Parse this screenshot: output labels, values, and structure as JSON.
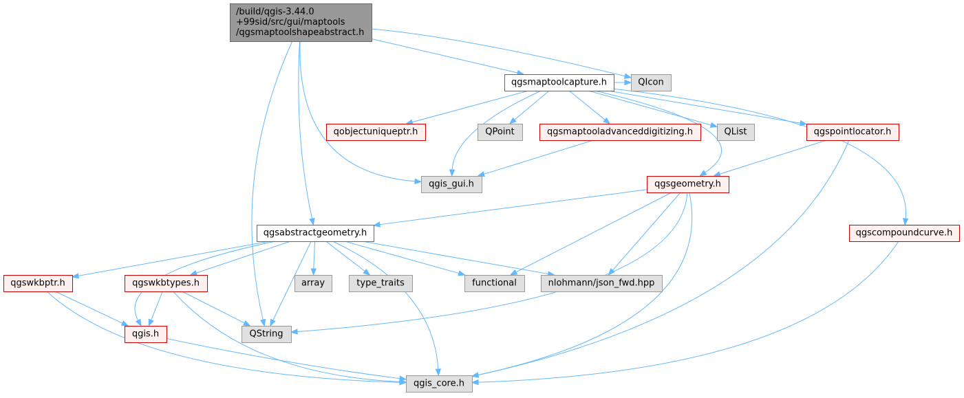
{
  "nodes": [
    {
      "id": "root",
      "lines": [
        "/build/qgis-3.44.0",
        "+99sid/src/gui/maptools",
        "/qgsmaptoolshapeabstract.h"
      ],
      "style": "root",
      "name": "node-qgsmaptoolshapeabstract"
    },
    {
      "id": "capture",
      "lines": [
        "qgsmaptoolcapture.h"
      ],
      "style": "white",
      "name": "node-qgsmaptoolcapture"
    },
    {
      "id": "qicon",
      "lines": [
        "QIcon"
      ],
      "style": "gray",
      "name": "node-qicon"
    },
    {
      "id": "quniq",
      "lines": [
        "qobjectuniqueptr.h"
      ],
      "style": "red",
      "name": "node-qobjectuniqueptr"
    },
    {
      "id": "qpoint",
      "lines": [
        "QPoint"
      ],
      "style": "gray",
      "name": "node-qpoint"
    },
    {
      "id": "advdig",
      "lines": [
        "qgsmaptooladvanceddigitizing.h"
      ],
      "style": "red",
      "name": "node-qgsmaptooladvanceddigitizing"
    },
    {
      "id": "qlist",
      "lines": [
        "QList"
      ],
      "style": "gray",
      "name": "node-qlist"
    },
    {
      "id": "ptloc",
      "lines": [
        "qgspointlocator.h"
      ],
      "style": "red",
      "name": "node-qgspointlocator"
    },
    {
      "id": "guih",
      "lines": [
        "qgis_gui.h"
      ],
      "style": "gray",
      "name": "node-qgis-gui"
    },
    {
      "id": "geom",
      "lines": [
        "qgsgeometry.h"
      ],
      "style": "red",
      "name": "node-qgsgeometry"
    },
    {
      "id": "absgeom",
      "lines": [
        "qgsabstractgeometry.h"
      ],
      "style": "white",
      "name": "node-qgsabstractgeometry"
    },
    {
      "id": "compcurve",
      "lines": [
        "qgscompoundcurve.h"
      ],
      "style": "red",
      "name": "node-qgscompoundcurve"
    },
    {
      "id": "wkbptr",
      "lines": [
        "qgswkbptr.h"
      ],
      "style": "red",
      "name": "node-qgswkbptr"
    },
    {
      "id": "wkbtypes",
      "lines": [
        "qgswkbtypes.h"
      ],
      "style": "red",
      "name": "node-qgswkbtypes"
    },
    {
      "id": "array",
      "lines": [
        "array"
      ],
      "style": "gray",
      "name": "node-array"
    },
    {
      "id": "typetraits",
      "lines": [
        "type_traits"
      ],
      "style": "gray",
      "name": "node-type-traits"
    },
    {
      "id": "functional",
      "lines": [
        "functional"
      ],
      "style": "gray",
      "name": "node-functional"
    },
    {
      "id": "json",
      "lines": [
        "nlohmann/json_fwd.hpp"
      ],
      "style": "gray",
      "name": "node-nlohmann-json-fwd"
    },
    {
      "id": "qgish",
      "lines": [
        "qgis.h"
      ],
      "style": "red",
      "name": "node-qgis"
    },
    {
      "id": "qstring",
      "lines": [
        "QString"
      ],
      "style": "gray",
      "name": "node-qstring"
    },
    {
      "id": "core",
      "lines": [
        "qgis_core.h"
      ],
      "style": "gray",
      "name": "node-qgis-core"
    }
  ],
  "edges": [
    {
      "from": "root",
      "to": "capture"
    },
    {
      "from": "root",
      "to": "qicon"
    },
    {
      "from": "root",
      "to": "guih"
    },
    {
      "from": "root",
      "to": "absgeom"
    },
    {
      "from": "root",
      "to": "qstring"
    },
    {
      "from": "capture",
      "to": "qicon"
    },
    {
      "from": "capture",
      "to": "quniq"
    },
    {
      "from": "capture",
      "to": "qpoint"
    },
    {
      "from": "capture",
      "to": "advdig"
    },
    {
      "from": "capture",
      "to": "qlist"
    },
    {
      "from": "capture",
      "to": "ptloc"
    },
    {
      "from": "capture",
      "to": "guih"
    },
    {
      "from": "capture",
      "to": "geom"
    },
    {
      "from": "capture",
      "to": "compcurve"
    },
    {
      "from": "advdig",
      "to": "guih"
    },
    {
      "from": "ptloc",
      "to": "geom"
    },
    {
      "from": "ptloc",
      "to": "core"
    },
    {
      "from": "geom",
      "to": "absgeom"
    },
    {
      "from": "geom",
      "to": "functional"
    },
    {
      "from": "geom",
      "to": "json"
    },
    {
      "from": "geom",
      "to": "qstring"
    },
    {
      "from": "geom",
      "to": "core"
    },
    {
      "from": "compcurve",
      "to": "core"
    },
    {
      "from": "absgeom",
      "to": "wkbptr"
    },
    {
      "from": "absgeom",
      "to": "wkbtypes"
    },
    {
      "from": "absgeom",
      "to": "qgish"
    },
    {
      "from": "absgeom",
      "to": "array"
    },
    {
      "from": "absgeom",
      "to": "typetraits"
    },
    {
      "from": "absgeom",
      "to": "functional"
    },
    {
      "from": "absgeom",
      "to": "json"
    },
    {
      "from": "absgeom",
      "to": "qstring"
    },
    {
      "from": "absgeom",
      "to": "core"
    },
    {
      "from": "wkbptr",
      "to": "qgish"
    },
    {
      "from": "wkbptr",
      "to": "core"
    },
    {
      "from": "wkbtypes",
      "to": "qgish"
    },
    {
      "from": "wkbtypes",
      "to": "qstring"
    },
    {
      "from": "wkbtypes",
      "to": "core"
    },
    {
      "from": "qgish",
      "to": "core"
    }
  ]
}
